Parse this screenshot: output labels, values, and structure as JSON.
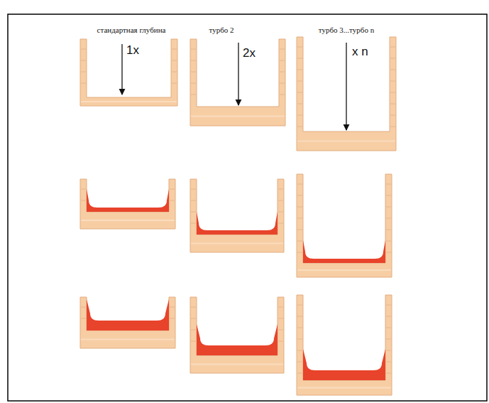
{
  "diagram": {
    "labels": [
      "стандартная глубина",
      "турбо 2",
      "турбо 3...турбо n",
      "1x",
      "2x",
      "x n"
    ]
  }
}
